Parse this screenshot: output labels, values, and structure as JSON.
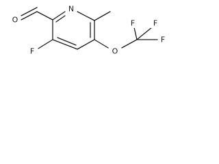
{
  "atoms": {
    "ring_nitrogen": "N",
    "aldehyde_oxygen": "O",
    "ring_fluorine": "F",
    "ether_oxygen": "O",
    "cf3_fluorine_top_left": "F",
    "cf3_fluorine_top_right": "F",
    "cf3_fluorine_right": "F"
  }
}
